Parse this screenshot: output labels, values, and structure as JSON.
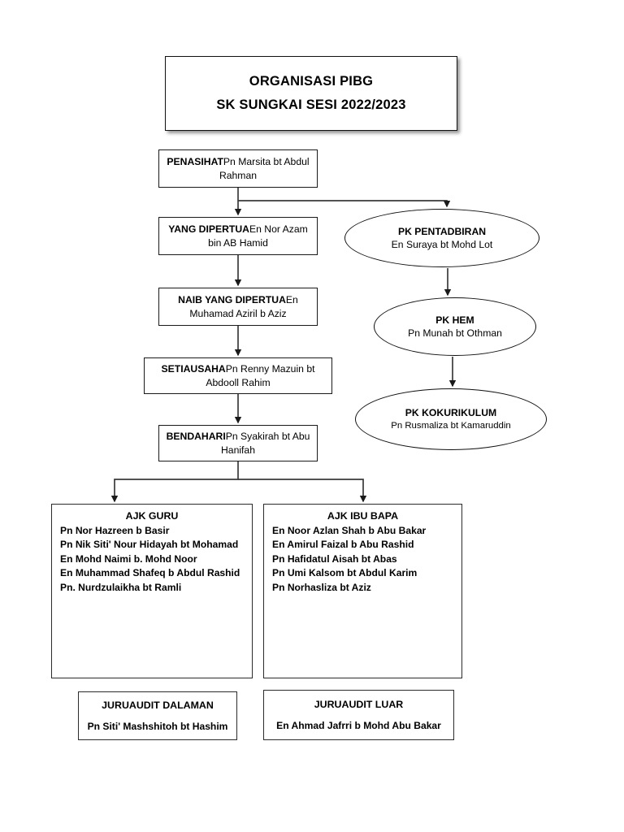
{
  "title": {
    "line1": "ORGANISASI PIBG",
    "line2": "SK SUNGKAI SESI 2022/2023"
  },
  "hierarchy": {
    "penasihat": {
      "role": "PENASIHAT",
      "person": "Pn Marsita bt Abdul Rahman"
    },
    "pengerusi": {
      "role": "YANG DIPERTUA",
      "person": "En Nor Azam bin AB Hamid"
    },
    "naib": {
      "role": "NAIB YANG DIPERTUA",
      "person": "En Muhamad Aziril b Aziz"
    },
    "setiausaha": {
      "role": "SETIAUSAHA",
      "person": "Pn Renny Mazuin bt Abdooll Rahim"
    },
    "bendahari": {
      "role": "BENDAHARI",
      "person": "Pn Syakirah bt Abu Hanifah"
    }
  },
  "penolong_kanan": [
    {
      "role": "PK PENTADBIRAN",
      "person": "En Suraya bt Mohd Lot"
    },
    {
      "role": "PK HEM",
      "person": "Pn Munah bt Othman"
    },
    {
      "role": "PK KOKURIKULUM",
      "person": "Pn Rusmaliza bt Kamaruddin"
    }
  ],
  "committees": [
    {
      "title": "AJK GURU",
      "members": [
        "Pn Nor Hazreen b Basir",
        "Pn Nik Siti' Nour Hidayah bt Mohamad",
        "En Mohd Naimi b. Mohd Noor",
        "En Muhammad Shafeq b Abdul Rashid",
        "Pn. Nurdzulaikha bt Ramli"
      ]
    },
    {
      "title": "AJK IBU BAPA",
      "members": [
        "En Noor Azlan Shah b Abu Bakar",
        "En Amirul Faizal b Abu Rashid",
        "Pn Hafidatul Aisah bt Abas",
        "Pn Umi Kalsom bt Abdul Karim",
        "Pn Norhasliza bt Aziz"
      ]
    }
  ],
  "auditors": [
    {
      "role": "JURUAUDIT DALAMAN",
      "person": "Pn Siti' Mashshitoh bt Hashim"
    },
    {
      "role": "JURUAUDIT LUAR",
      "person": "En Ahmad Jafrri b Mohd Abu Bakar"
    }
  ],
  "colors": {
    "line": "#1a1a1a",
    "background": "#ffffff",
    "text": "#000000"
  }
}
